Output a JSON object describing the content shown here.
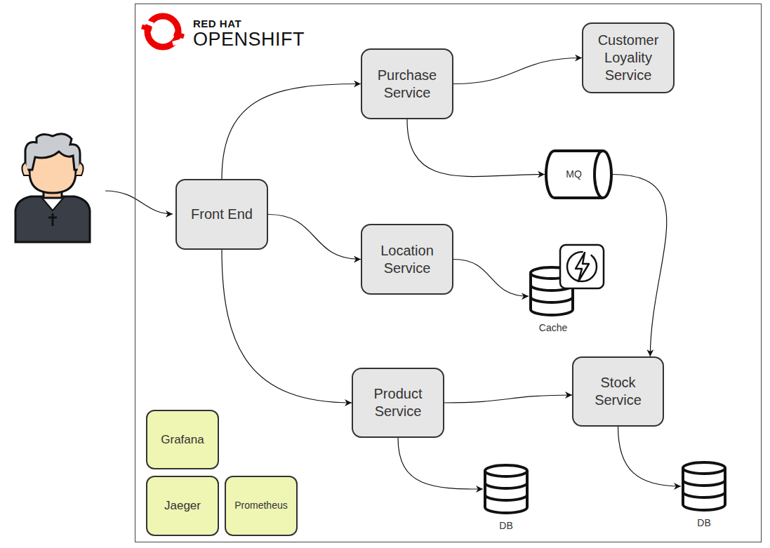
{
  "diagram": {
    "nodes": [
      {
        "text": [
          "RED HAT",
          "OPENSHIFT"
        ]
      },
      {
        "text": [
          "Front End"
        ],
        "in": 0
      },
      {
        "text": [
          "Purchase Service"
        ],
        "in": 0
      },
      {
        "text": [
          "Customer Loyality Service"
        ],
        "in": 0
      },
      {
        "text": [
          "MQ"
        ],
        "in": 0
      },
      {
        "text": [
          "Location Service"
        ],
        "in": 0
      },
      {
        "text": [
          "Cache"
        ],
        "in": 0
      },
      {
        "text": [
          "Product Service"
        ],
        "in": 0
      },
      {
        "text": [
          "Stock Service"
        ],
        "in": 0
      },
      {
        "text": [
          "DB"
        ],
        "in": 0
      },
      {
        "text": [
          "DB"
        ],
        "in": 0
      },
      {
        "text": [
          "Grafana"
        ],
        "in": 0
      },
      {
        "text": [
          "Jaeger"
        ],
        "in": 0
      },
      {
        "text": [
          "Prometheus"
        ],
        "in": 0
      }
    ],
    "edges": [
      {
        "from": 1,
        "to": 2,
        "arrow": "to"
      },
      {
        "from": 2,
        "to": 3,
        "arrow": "to"
      },
      {
        "from": 2,
        "to": 4,
        "arrow": "to"
      },
      {
        "from": 4,
        "to": 8,
        "arrow": "to"
      },
      {
        "from": 1,
        "to": 5,
        "arrow": "to"
      },
      {
        "from": 5,
        "to": 6,
        "arrow": "to"
      },
      {
        "from": 1,
        "to": 7,
        "arrow": "to"
      },
      {
        "from": 7,
        "to": 8,
        "arrow": "to"
      },
      {
        "from": 7,
        "to": 9,
        "arrow": "to"
      },
      {
        "from": 8,
        "to": 10,
        "arrow": "to"
      }
    ]
  }
}
